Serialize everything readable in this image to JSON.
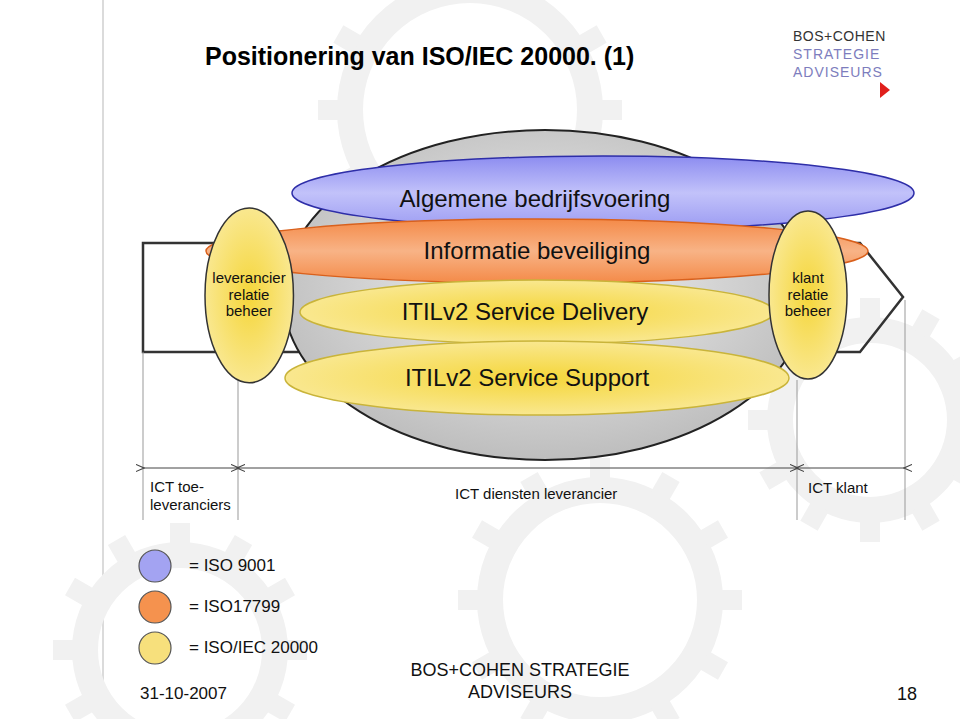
{
  "diagram": {
    "title": "Positionering van ISO/IEC 20000. (1)",
    "nodes": [
      {
        "text": [
          "Algemene bedrijfsvoering"
        ]
      },
      {
        "text": [
          "Informatie beveiliging"
        ]
      },
      {
        "text": [
          "leverancier relatie beheer"
        ]
      },
      {
        "text": [
          "ITILv2 Service Delivery"
        ]
      },
      {
        "text": [
          "klant relatie beheer"
        ]
      },
      {
        "text": [
          "ITILv2 Service Support"
        ]
      }
    ],
    "labels": [
      "BOS+COHEN",
      "STRATEGIE",
      "ADVISEURS",
      "ICT toe- leveranciers",
      "ICT diensten leverancier",
      "ICT klant",
      "31-10-2007",
      "BOS+COHEN STRATEGIE ADVISEURS",
      "18"
    ],
    "legend": [
      {
        "text": "= ISO 9001",
        "color": "#a3a3f2"
      },
      {
        "text": "= ISO17799",
        "color": "#f5924e"
      },
      {
        "text": "= ISO/IEC 20000",
        "color": "#f7e07c"
      }
    ]
  }
}
